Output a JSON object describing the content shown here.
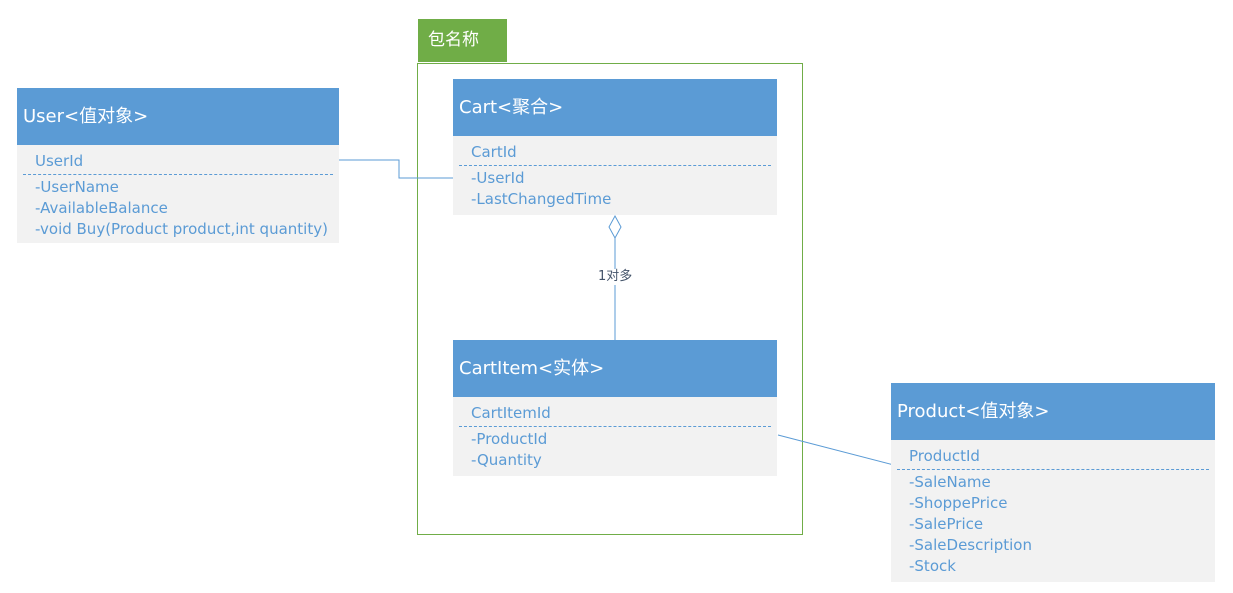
{
  "package": {
    "name": "包名称"
  },
  "classes": {
    "user": {
      "title": "User<值对象>",
      "id": "UserId",
      "members": [
        "-UserName",
        "-AvailableBalance",
        "-void Buy(Product product,int quantity)"
      ]
    },
    "cart": {
      "title": "Cart<聚合>",
      "id": "CartId",
      "members": [
        "-UserId",
        "-LastChangedTime"
      ]
    },
    "cart_item": {
      "title": "CartItem<实体>",
      "id": "CartItemId",
      "members": [
        "-ProductId",
        "-Quantity"
      ]
    },
    "product": {
      "title": "Product<值对象>",
      "id": "ProductId",
      "members": [
        "-SaleName",
        "-ShoppePrice",
        "-SalePrice",
        "-SaleDescription",
        "-Stock"
      ]
    }
  },
  "relations": {
    "cart_cartitem_multiplicity": "1对多"
  },
  "colors": {
    "class_header": "#5b9bd5",
    "class_body": "#f2f2f2",
    "package_border": "#70ad47",
    "connector": "#5b9bd5"
  }
}
